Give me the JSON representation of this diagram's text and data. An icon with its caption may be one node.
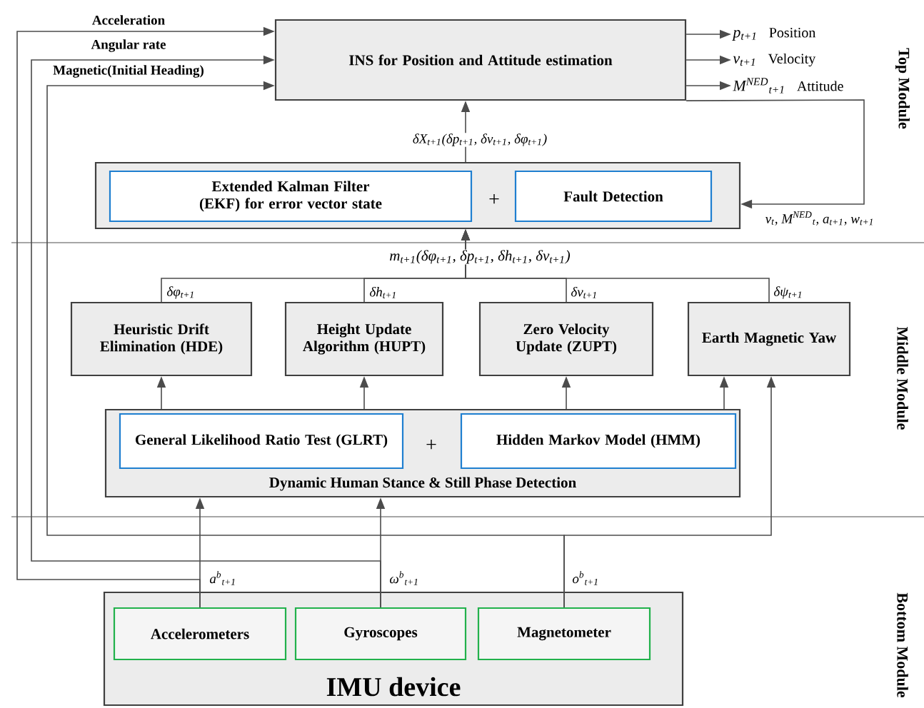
{
  "diagram": {
    "nodes": [
      {
        "text": [
          "INS for Position and Attitude estimation"
        ]
      },
      {
        "text": [
          "+"
        ]
      },
      {
        "text": [
          "Extended Kalman Filter (EKF) for error vector state"
        ],
        "in": 1
      },
      {
        "text": [
          "Fault Detection"
        ],
        "in": 1
      },
      {
        "text": [
          "Heuristic Drift Elimination (HDE)"
        ]
      },
      {
        "text": [
          "Height Update Algorithm (HUPT)"
        ]
      },
      {
        "text": [
          "Zero Velocity Update (ZUPT)"
        ]
      },
      {
        "text": [
          "Earth Magnetic Yaw"
        ]
      },
      {
        "text": [
          "+",
          "Dynamic Human Stance & Still Phase Detection"
        ]
      },
      {
        "text": [
          "General Likelihood Ratio Test (GLRT)"
        ],
        "in": 8
      },
      {
        "text": [
          "Hidden Markov Model (HMM)"
        ],
        "in": 8
      },
      {
        "text": [
          "IMU device"
        ]
      },
      {
        "text": [
          "Accelerometers"
        ],
        "in": 11
      },
      {
        "text": [
          "Gyroscopes"
        ],
        "in": 11
      },
      {
        "text": [
          "Magnetometer"
        ],
        "in": 11
      },
      {
        "text": [
          "p$_{t+1}$",
          "Position"
        ]
      },
      {
        "text": [
          "v$_{t+1}$",
          "Velocity"
        ]
      },
      {
        "text": [
          "M$^{NED}$$_{t+1}$",
          "Attitude"
        ]
      }
    ],
    "edges": [
      {
        "from": 12,
        "to": 8,
        "arrow": "to",
        "label": "a$^{b}$$_{t+1}$"
      },
      {
        "from": 12,
        "to": 0,
        "arrow": "to",
        "label": "Acceleration"
      },
      {
        "from": 13,
        "to": 8,
        "arrow": "to",
        "label": "ω$^{b}$$_{t+1}$"
      },
      {
        "from": 13,
        "to": 0,
        "arrow": "to",
        "label": "Angular rate"
      },
      {
        "from": 14,
        "to": 7,
        "arrow": "to",
        "label": "o$^{b}$$_{t+1}$"
      },
      {
        "from": 14,
        "to": 0,
        "arrow": "to",
        "label": "Magnetic(Initial Heading)"
      },
      {
        "from": 8,
        "to": 4,
        "arrow": "to"
      },
      {
        "from": 8,
        "to": 5,
        "arrow": "to"
      },
      {
        "from": 8,
        "to": 6,
        "arrow": "to"
      },
      {
        "from": 8,
        "to": 7,
        "arrow": "to"
      },
      {
        "from": 4,
        "to": 1,
        "arrow": "to",
        "label": "δφ$_{t+1}$"
      },
      {
        "from": 5,
        "to": 1,
        "arrow": "to",
        "label": "δh$_{t+1}$"
      },
      {
        "from": 6,
        "to": 1,
        "arrow": "to",
        "label": "δv$_{t+1}$"
      },
      {
        "from": 7,
        "to": 1,
        "arrow": "to",
        "label": "δψ$_{t+1}$"
      },
      {
        "from": 1,
        "to": 0,
        "arrow": "to",
        "label": "δX$_{t+1}$(δp$_{t+1}$, δv$_{t+1}$, δφ$_{t+1}$)"
      },
      {
        "from": 0,
        "to": 1,
        "arrow": "to",
        "label": "v$_{t}$, M$^{NED}$$_{t}$, a$_{t+1}$, w$_{t+1}$"
      },
      {
        "from": 0,
        "to": 15,
        "arrow": "to"
      },
      {
        "from": 0,
        "to": 16,
        "arrow": "to"
      },
      {
        "from": 0,
        "to": 17,
        "arrow": "to"
      }
    ],
    "labels": [
      "Top Module",
      "m$_{t+1}$(δφ$_{t+1}$, δp$_{t+1}$, δh$_{t+1}$, δv$_{t+1}$)",
      "Middle Module",
      "Bottom Module"
    ]
  }
}
